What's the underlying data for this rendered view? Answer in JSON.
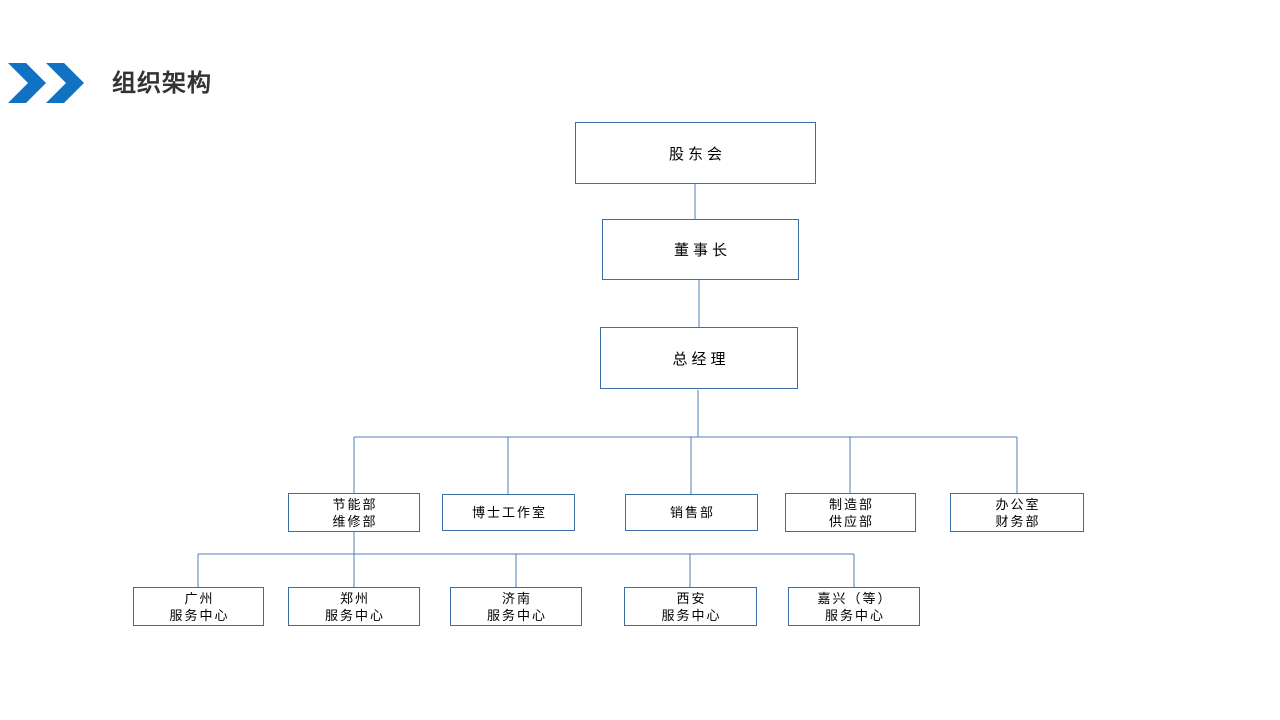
{
  "title": {
    "text": "组织架构"
  },
  "colors": {
    "accent": "#1172c2",
    "box-border": "#3c6ea5",
    "connector": "#4f7db8",
    "title-color": "#333333"
  },
  "org_chart": {
    "nodes": {
      "shareholders": {
        "label": "股东会"
      },
      "chairman": {
        "label": "董事长"
      },
      "general_manager": {
        "label": "总经理"
      }
    },
    "departments": [
      {
        "lines": [
          "节能部",
          "维修部"
        ]
      },
      {
        "lines": [
          "博士工作室"
        ]
      },
      {
        "lines": [
          "销售部"
        ]
      },
      {
        "lines": [
          "制造部",
          "供应部"
        ]
      },
      {
        "lines": [
          "办公室",
          "财务部"
        ]
      }
    ],
    "service_centers": [
      {
        "lines": [
          "广州",
          "服务中心"
        ]
      },
      {
        "lines": [
          "郑州",
          "服务中心"
        ]
      },
      {
        "lines": [
          "济南",
          "服务中心"
        ]
      },
      {
        "lines": [
          "西安",
          "服务中心"
        ]
      },
      {
        "lines": [
          "嘉兴（等）",
          "服务中心"
        ]
      }
    ]
  }
}
